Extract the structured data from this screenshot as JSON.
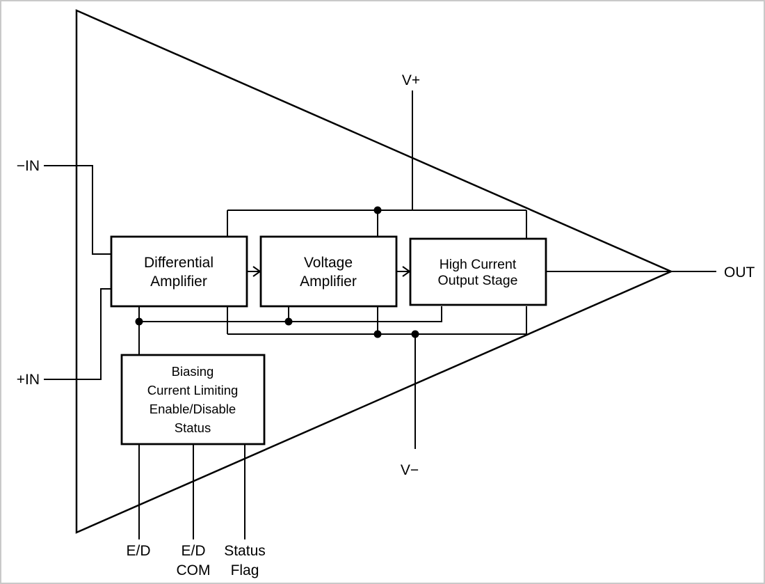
{
  "diagram": {
    "blocks": {
      "differential_amplifier": {
        "lines": [
          "Differential",
          "Amplifier"
        ]
      },
      "voltage_amplifier": {
        "lines": [
          "Voltage",
          "Amplifier"
        ]
      },
      "high_current_output_stage": {
        "lines": [
          "High Current",
          "Output Stage"
        ]
      },
      "biasing": {
        "lines": [
          "Biasing",
          "Current Limiting",
          "Enable/Disable",
          "Status"
        ]
      }
    },
    "pins": {
      "inverting_input": "−IN",
      "noninverting_input": "+IN",
      "output": "OUT",
      "positive_supply": "V+",
      "negative_supply": "V−",
      "enable_disable": "E/D",
      "enable_disable_com": [
        "E/D",
        "COM"
      ],
      "status_flag": [
        "Status",
        "Flag"
      ]
    },
    "colors": {
      "line": "#000000",
      "background": "#ffffff",
      "frame": "#c9c9c9"
    }
  }
}
